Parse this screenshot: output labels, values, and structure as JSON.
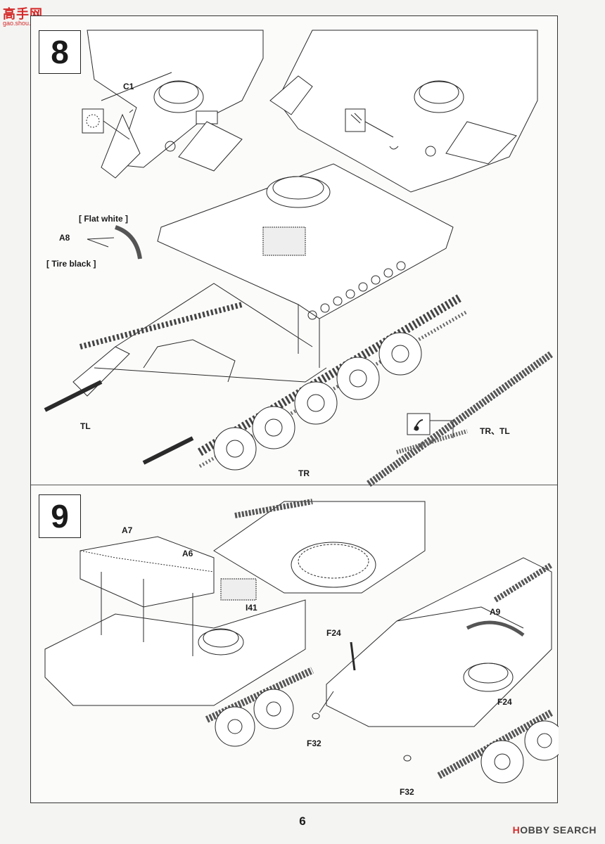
{
  "watermark": {
    "title": "高手网",
    "url": "gao.shou.com"
  },
  "steps": [
    {
      "number": "8",
      "labels": {
        "c1": "C1",
        "flat_white": "[ Flat white ]",
        "a8": "A8",
        "tire_black": "[ Tire black ]",
        "tl": "TL",
        "tr": "TR",
        "tr_tl": "TR、TL"
      }
    },
    {
      "number": "9",
      "labels": {
        "a7": "A7",
        "a6": "A6",
        "i41": "I41",
        "f24_left": "F24",
        "f32_left": "F32",
        "a9": "A9",
        "f24_right": "F24",
        "f32_bottom": "F32"
      }
    }
  ],
  "page_number": "6",
  "footer_brand": {
    "mark": "H",
    "text": "OBBY SEARCH"
  }
}
